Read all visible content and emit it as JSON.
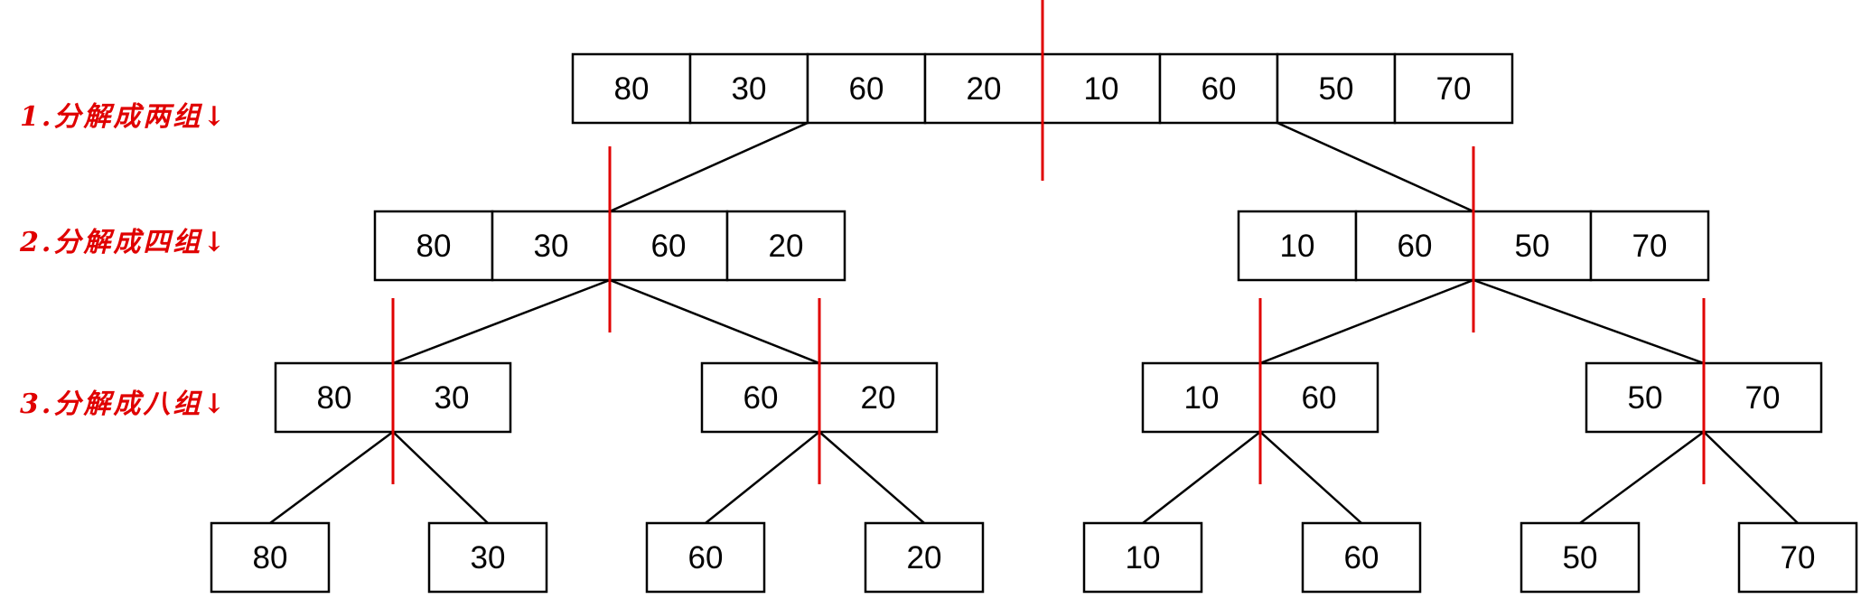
{
  "colors": {
    "box_stroke": "#000000",
    "split_line": "#e00000",
    "label_text": "#e00000",
    "connector": "#000000"
  },
  "steps": [
    {
      "label": "1.分解成两组↓"
    },
    {
      "label": "2.分解成四组↓"
    },
    {
      "label": "3.分解成八组↓"
    }
  ],
  "levels": [
    {
      "groups": [
        [
          "80",
          "30",
          "60",
          "20",
          "10",
          "60",
          "50",
          "70"
        ]
      ]
    },
    {
      "groups": [
        [
          "80",
          "30",
          "60",
          "20"
        ],
        [
          "10",
          "60",
          "50",
          "70"
        ]
      ]
    },
    {
      "groups": [
        [
          "80",
          "30"
        ],
        [
          "60",
          "20"
        ],
        [
          "10",
          "60"
        ],
        [
          "50",
          "70"
        ]
      ]
    },
    {
      "groups": [
        [
          "80"
        ],
        [
          "30"
        ],
        [
          "60"
        ],
        [
          "20"
        ],
        [
          "10"
        ],
        [
          "60"
        ],
        [
          "50"
        ],
        [
          "70"
        ]
      ]
    }
  ]
}
